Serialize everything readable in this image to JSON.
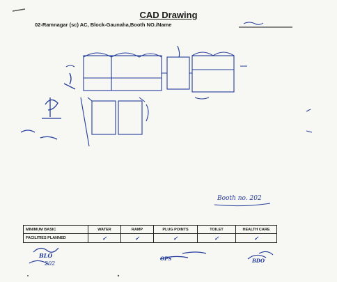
{
  "document": {
    "title": "CAD Drawing",
    "subtitle": "02-Ramnagar (sc) AC, Block-Gaunaha,Booth NO./Name",
    "booth_note": "Booth no. 202",
    "table": {
      "headers": [
        "MINIMUM BASIC",
        "WATER",
        "RAMP",
        "PLUG POINTS",
        "TOILET",
        "HEALTH CARE"
      ],
      "row_label": "FACILITIES PLANNED",
      "checks": [
        "✓",
        "✓",
        "✓",
        "✓",
        "✓"
      ]
    },
    "signatures": {
      "blo_label": "BLO",
      "blo_number": "202",
      "ps_label": "OPS",
      "bdo_label": "BDO"
    }
  }
}
